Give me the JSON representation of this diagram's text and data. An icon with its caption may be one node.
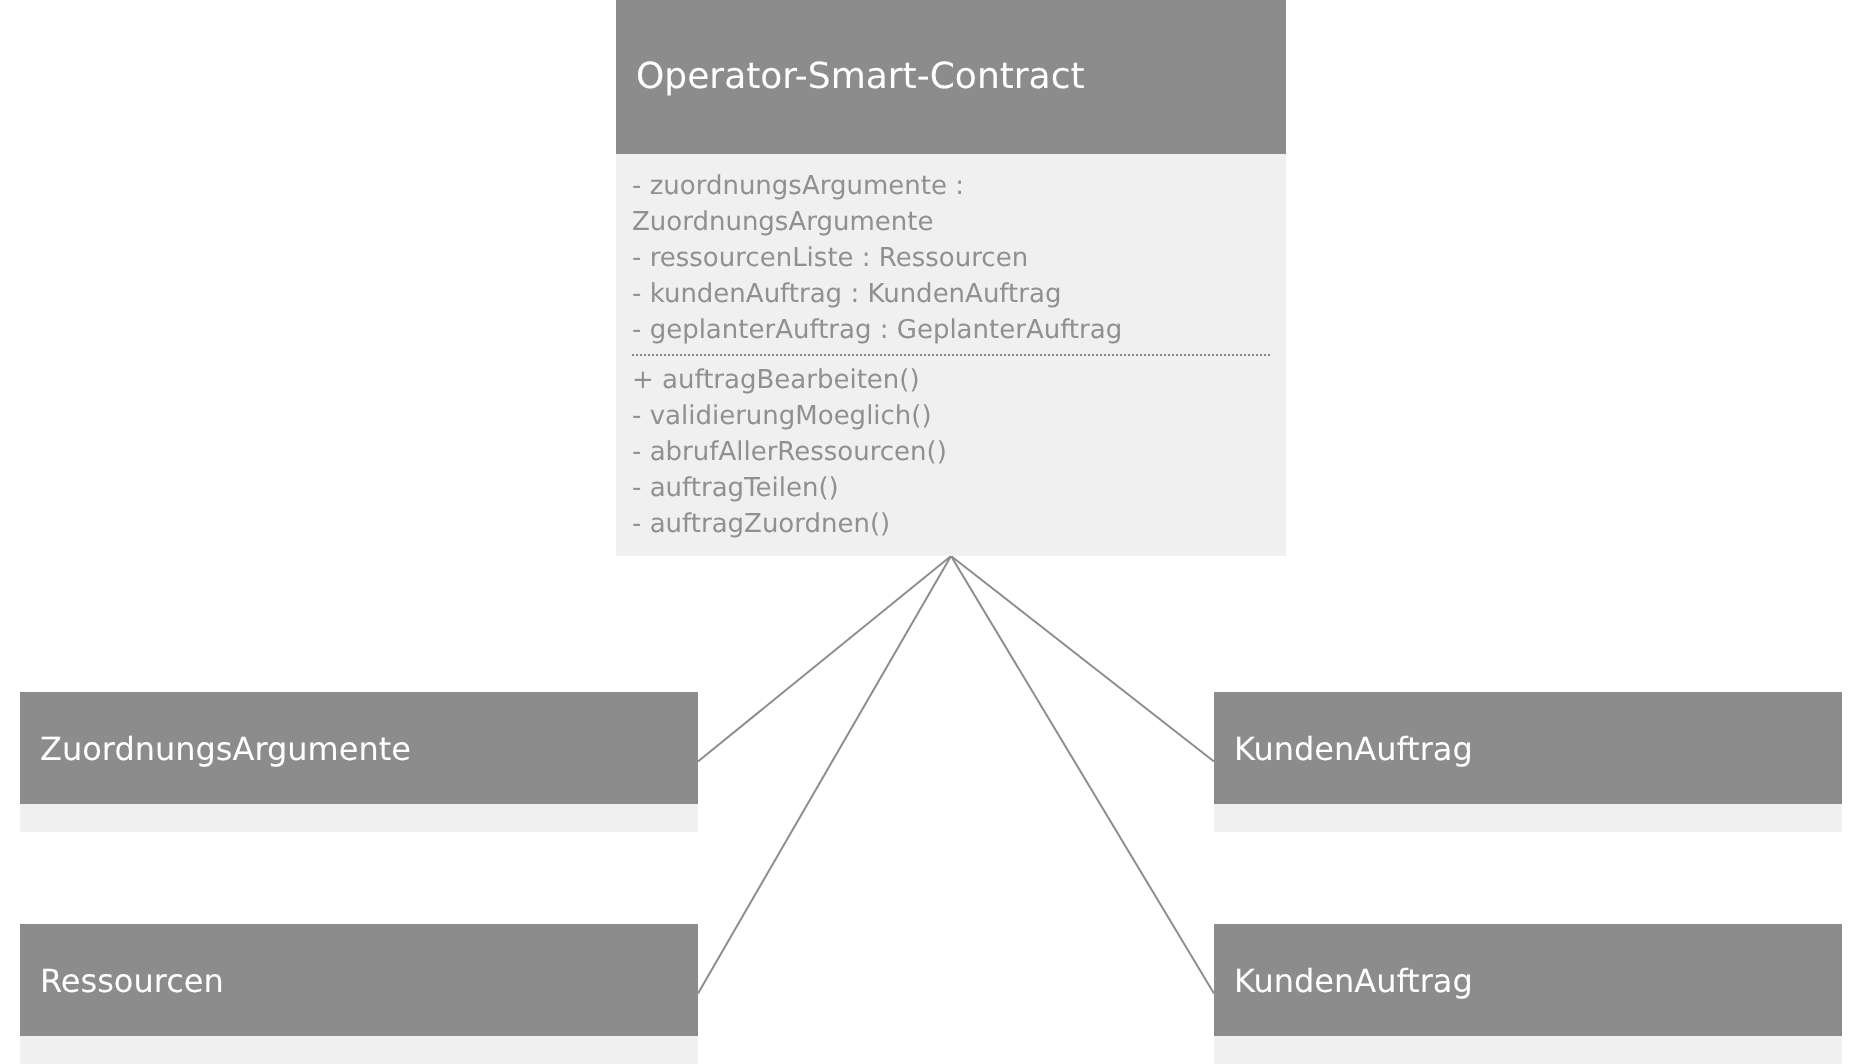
{
  "diagram": {
    "nodes": [
      {
        "text": [
          "Operator-Smart-Contract",
          "- zuordnungsArgumente : ZuordnungsArgumente",
          "- ressourcenListe : Ressourcen",
          "- kundenAuftrag : KundenAuftrag",
          "- geplanterAuftrag : GeplanterAuftrag",
          "+ auftragBearbeiten()",
          "- validierungMoeglich()",
          "- abrufAllerRessourcen()",
          "- auftragTeilen()",
          "- auftragZuordnen()"
        ]
      },
      {
        "text": [
          "ZuordnungsArgumente"
        ]
      },
      {
        "text": [
          "KundenAuftrag"
        ]
      },
      {
        "text": [
          "Ressourcen"
        ]
      },
      {
        "text": [
          "KundenAuftrag"
        ]
      }
    ],
    "edges": [
      {
        "from": 0,
        "to": 1,
        "arrow": "none"
      },
      {
        "from": 0,
        "to": 2,
        "arrow": "none"
      },
      {
        "from": 0,
        "to": 3,
        "arrow": "none"
      },
      {
        "from": 0,
        "to": 4,
        "arrow": "none"
      }
    ]
  }
}
